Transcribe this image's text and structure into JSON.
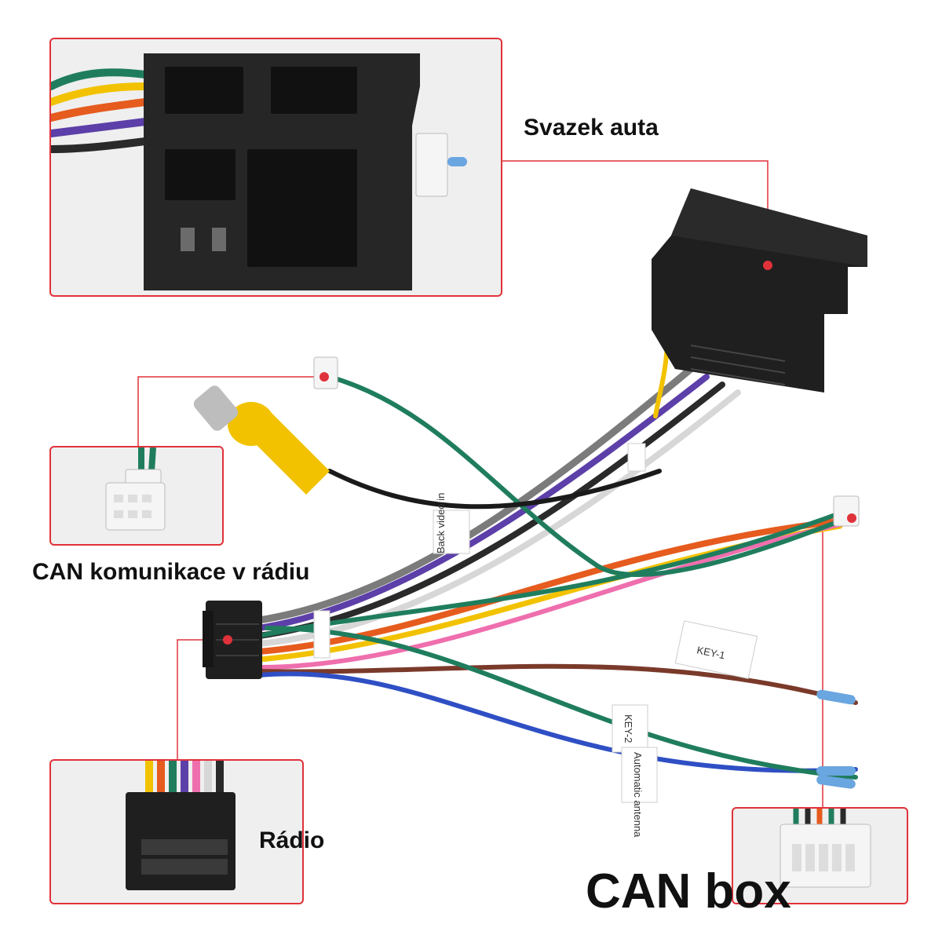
{
  "labels": {
    "car_harness": "Svazek auta",
    "can_radio": "CAN komunikace v rádiu",
    "radio": "Rádio",
    "can_box": "CAN box"
  },
  "wire_tags": {
    "back_video": "Back video in",
    "key1": "KEY-1",
    "key2": "KEY-2",
    "antenna": "Automatic antenna"
  },
  "colors": {
    "callout_border": "#e0323a",
    "leader_line": "#e0323a",
    "connector_black": "#1f1f1f",
    "rca_yellow": "#f2c200"
  }
}
